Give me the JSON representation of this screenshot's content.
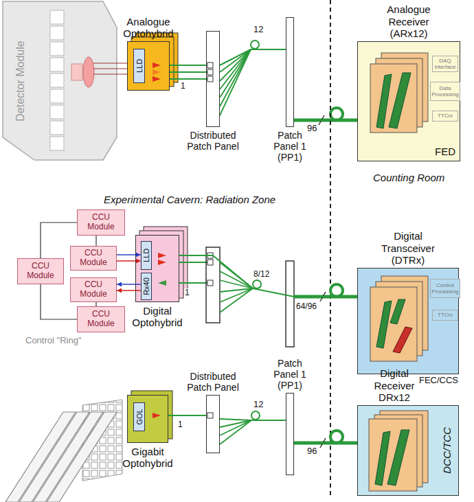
{
  "diagram": {
    "nodes": [
      {
        "text": [
          "Detector Module"
        ]
      },
      {
        "text": [
          "Analogue Optohybrid"
        ]
      },
      {
        "text": [
          "LLD"
        ],
        "in": 1
      },
      {
        "text": [
          "Distributed Patch Panel"
        ]
      },
      {
        "text": [
          "Patch Panel 1 (PP1)"
        ]
      },
      {
        "text": [
          "Analogue Receiver (ARx12)",
          "FED"
        ]
      },
      {
        "text": [
          "DAQ Interface"
        ],
        "in": 5
      },
      {
        "text": [
          "Data Processing"
        ],
        "in": 5
      },
      {
        "text": [
          "TTCrx"
        ],
        "in": 5
      },
      {
        "text": [
          "CCU Module"
        ]
      },
      {
        "text": [
          "CCU Module"
        ]
      },
      {
        "text": [
          "CCU Module"
        ]
      },
      {
        "text": [
          "CCU Module"
        ]
      },
      {
        "text": [
          "CCU Module"
        ]
      },
      {
        "text": [
          "Digital Optohybrid"
        ]
      },
      {
        "text": [
          "LLD"
        ],
        "in": 14
      },
      {
        "text": [
          "Rx40"
        ],
        "in": 14
      },
      {
        "text": [
          "Digital Transceiver (DTRx)",
          "FEC/CCS"
        ]
      },
      {
        "text": [
          "Control Processing"
        ],
        "in": 17
      },
      {
        "text": [
          "TTCrx"
        ],
        "in": 17
      },
      {
        "text": [
          "Gigabit Optohybrid"
        ]
      },
      {
        "text": [
          "GOL"
        ],
        "in": 20
      },
      {
        "text": [
          "Distributed Patch Panel"
        ]
      },
      {
        "text": [
          "Patch Panel 1 (PP1)"
        ]
      },
      {
        "text": [
          "Digital Receiver DRx12",
          "DCC/TCC"
        ]
      }
    ],
    "edges": [
      {
        "from": 1,
        "to": 3,
        "arrow": "none"
      },
      {
        "from": 3,
        "to": 4,
        "arrow": "none"
      },
      {
        "from": 4,
        "to": 5,
        "arrow": "none"
      },
      {
        "from": 9,
        "to": 10,
        "arrow": "none"
      },
      {
        "from": 9,
        "to": 11,
        "arrow": "none"
      },
      {
        "from": 10,
        "to": 13,
        "arrow": "none"
      },
      {
        "from": 13,
        "to": 12,
        "arrow": "none"
      },
      {
        "from": 11,
        "to": 15,
        "arrow": "to"
      },
      {
        "from": 11,
        "to": 15,
        "arrow": "to"
      },
      {
        "from": 16,
        "to": 12,
        "arrow": "to"
      },
      {
        "from": 16,
        "to": 12,
        "arrow": "to"
      },
      {
        "from": 14,
        "to": 17,
        "arrow": "none"
      },
      {
        "from": 20,
        "to": 22,
        "arrow": "none"
      },
      {
        "from": 22,
        "to": 23,
        "arrow": "none"
      },
      {
        "from": 23,
        "to": 24,
        "arrow": "none"
      }
    ],
    "labels": [
      "1",
      "12",
      "96",
      "Experimental Cavern: Radiation Zone",
      "Counting Room",
      "Control \"Ring\"",
      "1",
      "8/12",
      "64/96",
      "1",
      "12",
      "96"
    ]
  }
}
